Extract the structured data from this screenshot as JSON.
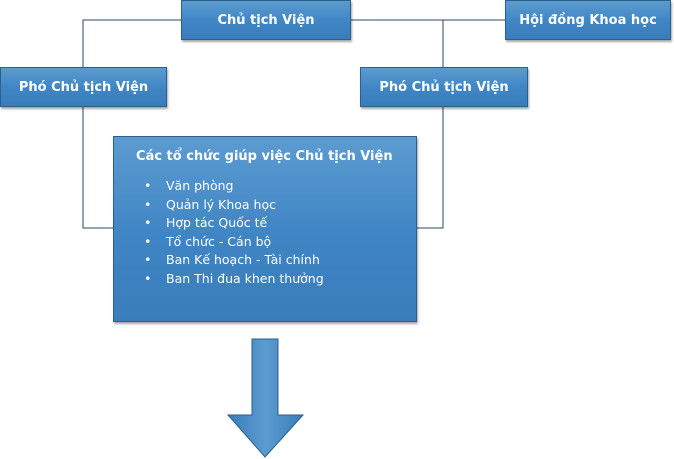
{
  "diagram": {
    "nodes": {
      "chairman": {
        "label": "Chủ tịch Viện"
      },
      "council": {
        "label": "Hội đồng Khoa học"
      },
      "vice_left": {
        "label": "Phó Chủ tịch Viện"
      },
      "vice_right": {
        "label": "Phó Chủ tịch Viện"
      },
      "support": {
        "title": "Các tổ chức giúp việc Chủ tịch Viện",
        "items": [
          "Văn phòng",
          "Quản lý Khoa học",
          "Hợp tác Quốc tế",
          "Tổ chức - Cán bộ",
          "Ban Kế hoạch - Tài chính",
          "Ban Thi đua khen thưởng"
        ],
        "bullet": "•"
      }
    },
    "edges": [
      {
        "from": "chairman",
        "to": "vice_left"
      },
      {
        "from": "chairman",
        "to": "vice_right"
      },
      {
        "from": "chairman",
        "to": "council"
      },
      {
        "from": "vice_left",
        "to": "support"
      },
      {
        "from": "vice_right",
        "to": "support"
      }
    ],
    "colors": {
      "box_fill": "#4a8ccb",
      "box_border": "#2c5f8a",
      "line": "#2b4a63",
      "text": "#ffffff"
    }
  }
}
